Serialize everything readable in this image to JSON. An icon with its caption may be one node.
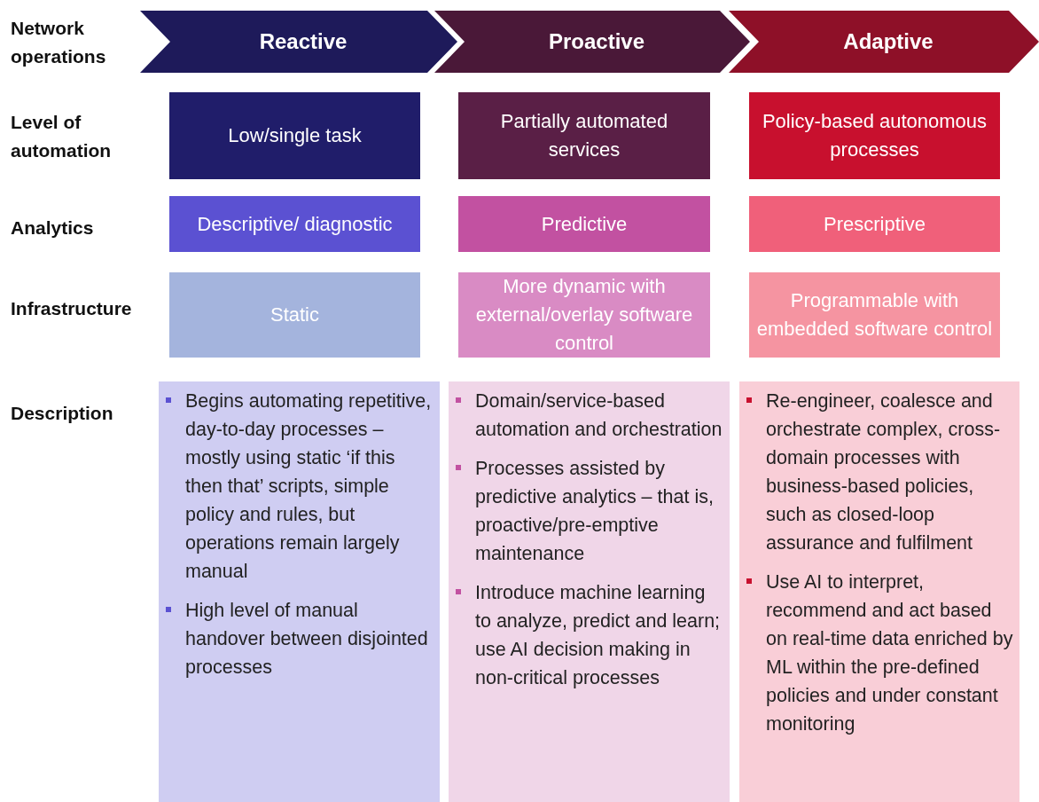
{
  "diagram": {
    "nodes": [
      {
        "text": [
          "Reactive"
        ]
      },
      {
        "text": [
          "Proactive"
        ]
      },
      {
        "text": [
          "Adaptive"
        ]
      },
      {
        "text": [
          "Low/single task"
        ]
      },
      {
        "text": [
          "Partially automated services"
        ]
      },
      {
        "text": [
          "Policy-based autonomous processes"
        ]
      },
      {
        "text": [
          "Descriptive/ diagnostic"
        ]
      },
      {
        "text": [
          "Predictive"
        ]
      },
      {
        "text": [
          "Prescriptive"
        ]
      },
      {
        "text": [
          "Static"
        ]
      },
      {
        "text": [
          "More dynamic with external/overlay software control"
        ]
      },
      {
        "text": [
          "Programmable with embedded software control"
        ]
      },
      {
        "text": [
          "Begins automating repetitive, day-to-day processes – mostly using static ‘if this then that’ scripts, simple policy and rules, but operations remain largely manual",
          "High level of manual handover between disjointed processes"
        ]
      },
      {
        "text": [
          "Domain/service-based automation and orchestration",
          "Processes assisted by predictive analytics – that is, proactive/pre-emptive maintenance",
          "Introduce machine learning to analyze, predict and learn; use AI decision making in non-critical processes"
        ]
      },
      {
        "text": [
          "Re-engineer, coalesce and orchestrate complex, cross-domain processes with business-based policies, such as closed-loop assurance and fulfilment",
          "Use AI to interpret, recommend and act based on real-time data enriched by ML within the pre-defined policies and under constant monitoring"
        ]
      }
    ],
    "labels": [
      "Network operations",
      "Level of automation",
      "Analytics",
      "Infrastructure",
      "Description"
    ]
  }
}
